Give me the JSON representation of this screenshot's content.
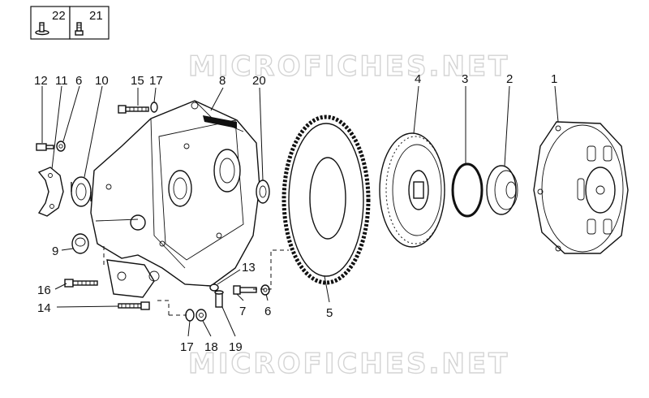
{
  "legend": [
    {
      "number": "22",
      "icon": "bolt-with-washer-icon"
    },
    {
      "number": "21",
      "icon": "bolt-icon"
    }
  ],
  "watermark": "MICROFICHES.NET",
  "callouts": [
    "1",
    "2",
    "3",
    "4",
    "5",
    "6",
    "7",
    "8",
    "9",
    "10",
    "11",
    "12",
    "13",
    "14",
    "15",
    "16",
    "17",
    "18",
    "19",
    "20"
  ],
  "labels": {
    "l12": "12",
    "l11": "11",
    "l6a": "6",
    "l10": "10",
    "l15": "15",
    "l17a": "17",
    "l8": "8",
    "l20": "20",
    "l4": "4",
    "l3": "3",
    "l2": "2",
    "l1": "1",
    "l9": "9",
    "l16": "16",
    "l14": "14",
    "l13": "13",
    "l7": "7",
    "l6b": "6",
    "l5": "5",
    "l17b": "17",
    "l18": "18",
    "l19": "19"
  }
}
